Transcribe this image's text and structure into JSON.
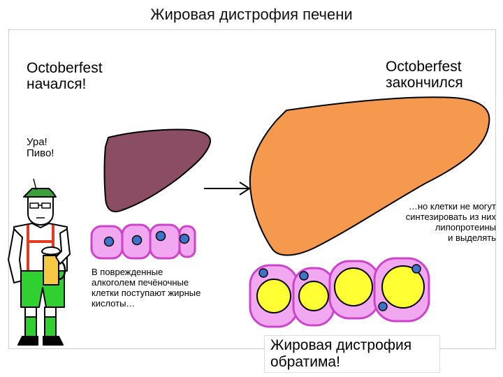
{
  "title": "Жировая дистрофия печени",
  "labels": {
    "fest_started": "Octoberfest\nначался!",
    "fest_ended": "Octoberfest\nзакончился",
    "hurray_beer": "Ура!\nПиво!",
    "cells_cannot": "…но клетки не могут\nсинтезировать из них\nлипопротеины\nи выделять",
    "fatty_acids": "В поврежденные\nалкоголем печёночные\nклетки поступают жирные\nкислоты…",
    "reversible": "Жировая дистрофия\nобратима!"
  },
  "colors": {
    "healthy_liver": "#8b4d63",
    "fatty_liver": "#f5994e",
    "cell_membrane": "#cc44cc",
    "cell_cytoplasm": "#f2a8f0",
    "nucleus": "#3e73c9",
    "fat_droplet": "#ffff33",
    "shorts": "#2fd02f"
  }
}
